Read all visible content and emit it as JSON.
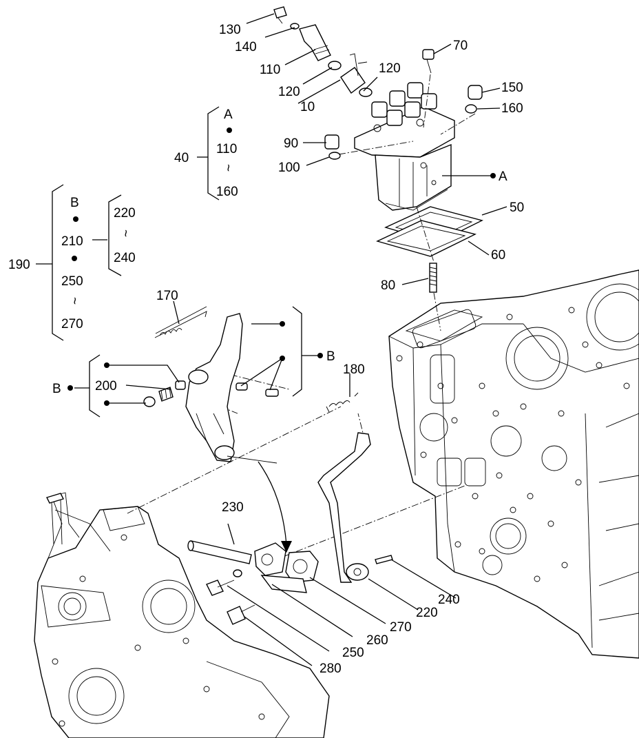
{
  "callouts": {
    "c130": "130",
    "c140": "140",
    "c110": "110",
    "c120a": "120",
    "c120b": "120",
    "c10": "10",
    "c70": "70",
    "c150": "150",
    "c160": "160",
    "c90": "90",
    "c100": "100",
    "c50": "50",
    "c60": "60",
    "c80": "80",
    "c170": "170",
    "c180": "180",
    "c200": "200",
    "c230": "230",
    "c240": "240",
    "c220": "220",
    "c270": "270",
    "c260": "260",
    "c250": "250",
    "c280": "280"
  },
  "groups": {
    "g40": {
      "label": "40",
      "ref": "A",
      "from": "110",
      "tilde": "~",
      "to": "160"
    },
    "g190": {
      "label": "190",
      "ref": "B",
      "item": "210",
      "sub_from": "220",
      "sub_to": "240",
      "from": "250",
      "to": "270",
      "tilde": "~"
    },
    "gB_right": {
      "ref": "B"
    },
    "gB_left": {
      "ref": "B"
    },
    "pump_ref": {
      "ref": "A"
    }
  }
}
